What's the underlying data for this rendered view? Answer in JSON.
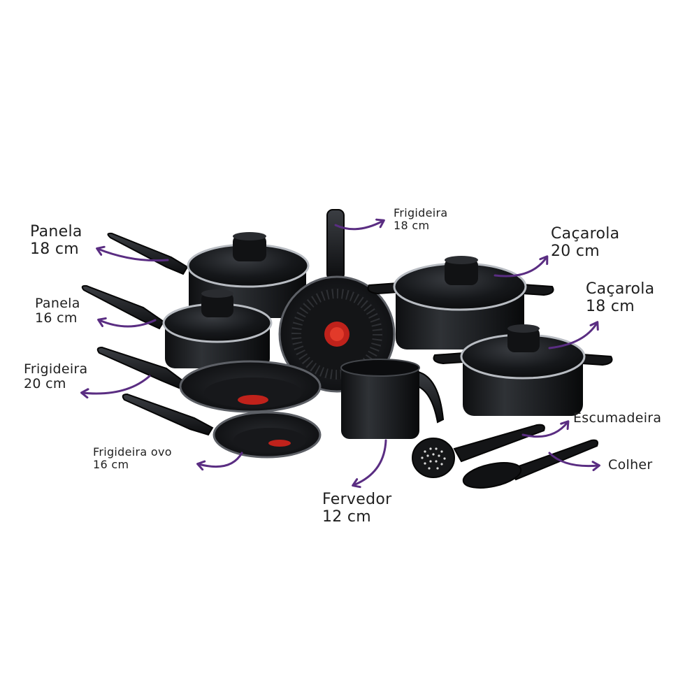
{
  "accent_color": "#5a2d82",
  "labels": {
    "panela_18": {
      "line1": "Panela",
      "line2": "18 cm"
    },
    "panela_16": {
      "line1": "Panela",
      "line2": "16 cm"
    },
    "frigideira_20": {
      "line1": "Frigideira",
      "line2": "20 cm"
    },
    "frigideira_ovo_16": {
      "line1": "Frigideira ovo",
      "line2": "16 cm"
    },
    "frigideira_18": {
      "line1": "Frigideira",
      "line2": "18 cm"
    },
    "cacarola_20": {
      "line1": "Caçarola",
      "line2": "20 cm"
    },
    "cacarola_18": {
      "line1": "Caçarola",
      "line2": "18 cm"
    },
    "escumadeira": {
      "line1": "Escumadeira"
    },
    "colher": {
      "line1": "Colher"
    },
    "fervedor_12": {
      "line1": "Fervedor",
      "line2": "12 cm"
    }
  }
}
